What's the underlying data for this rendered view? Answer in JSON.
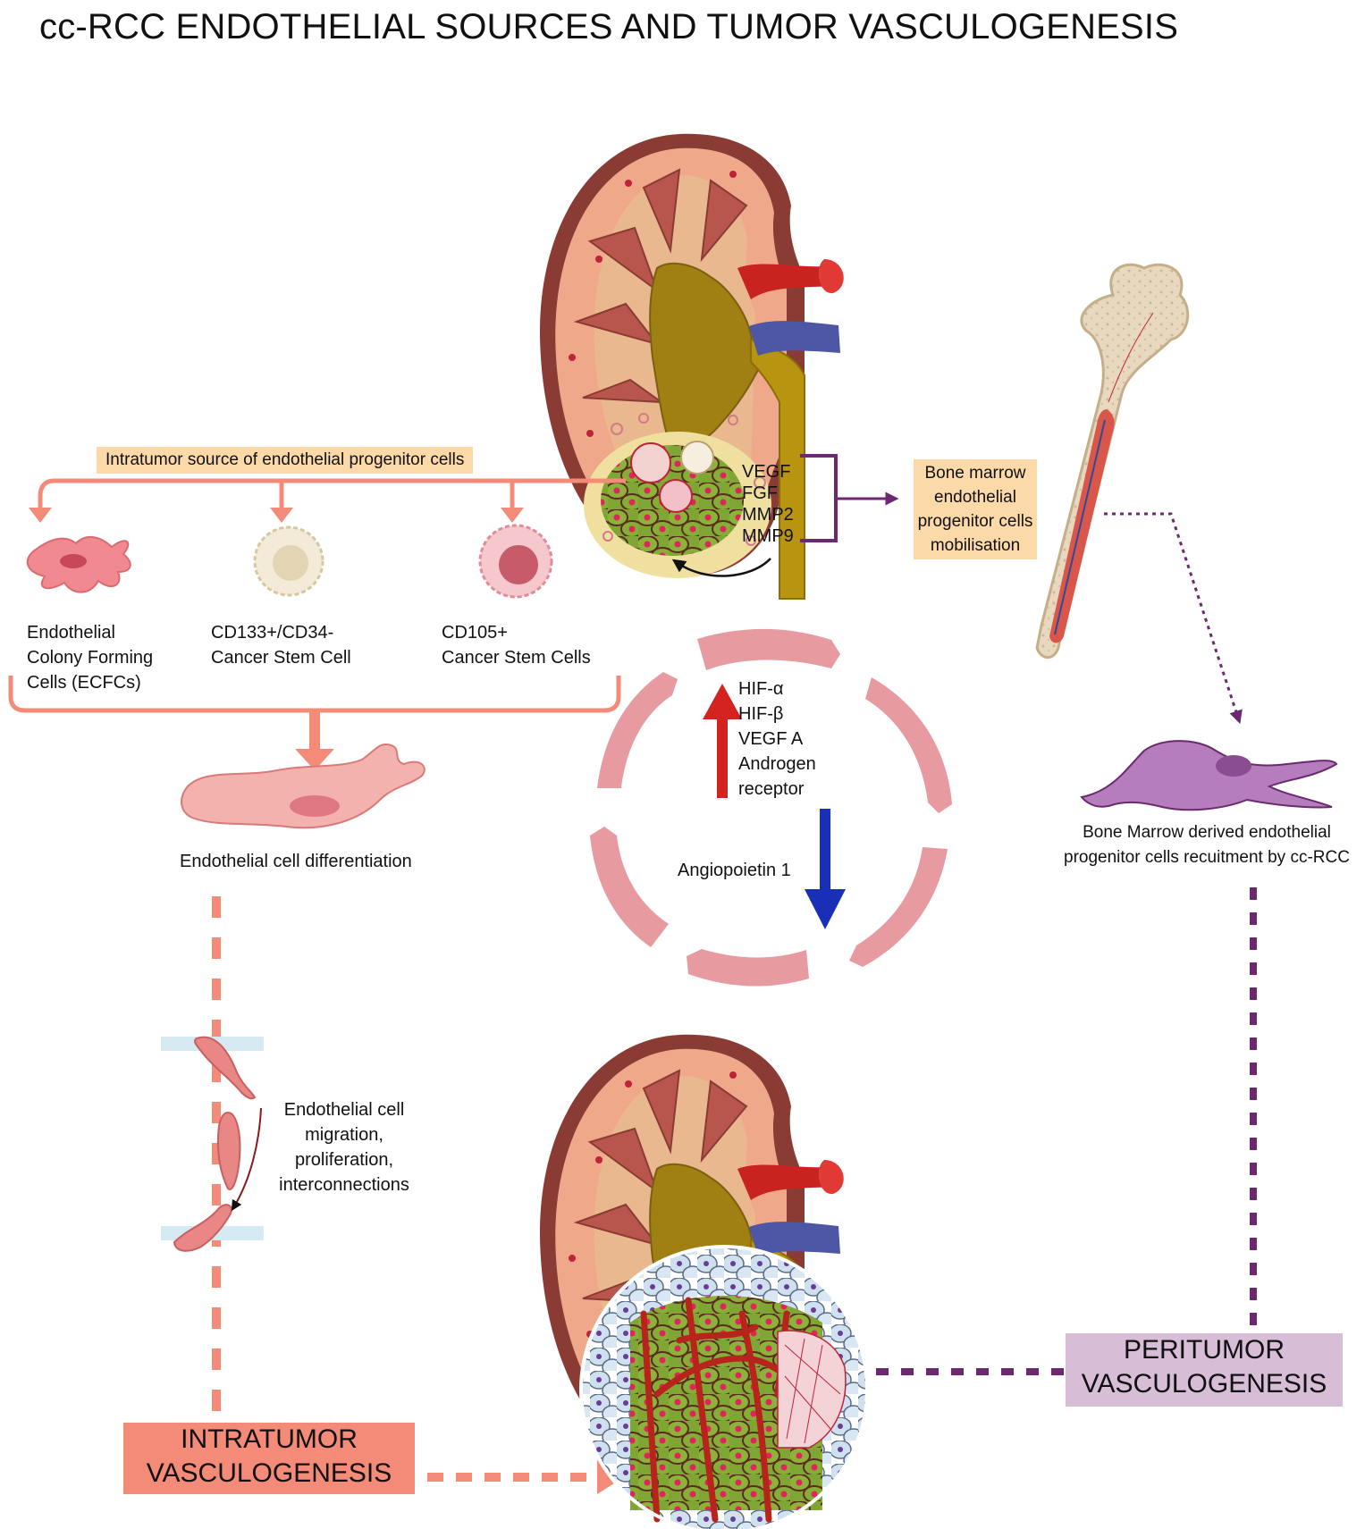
{
  "title": "cc-RCC ENDOTHELIAL SOURCES AND TUMOR VASCULOGENESIS",
  "intratumor_source_label": "Intratumor source of endothelial progenitor cells",
  "cells": {
    "ecfc": [
      "Endothelial",
      "Colony Forming",
      "Cells (ECFCs)"
    ],
    "cd133": [
      "CD133+/CD34-",
      "Cancer Stem Cell"
    ],
    "cd105": [
      "CD105+",
      "Cancer Stem Cells"
    ]
  },
  "tumor_factors": [
    "VEGF",
    "FGF",
    "MMP2",
    "MMP9"
  ],
  "bone_marrow_mobilisation": [
    "Bone marrow",
    "endothelial",
    "progenitor cells",
    "mobilisation"
  ],
  "cycle": {
    "up_regulated": [
      "HIF-α",
      "HIF-β",
      "VEGF A",
      "Androgen",
      "receptor"
    ],
    "down_regulated": "Angiopoietin 1"
  },
  "differentiation_label": "Endothelial cell differentiation",
  "migration_label": [
    "Endothelial cell",
    "migration,",
    "proliferation,",
    "interconnections"
  ],
  "recruitment_label": [
    "Bone Marrow derived endothelial",
    "progenitor cells recuitment by cc-RCC"
  ],
  "intratumor_box": [
    "INTRATUMOR",
    "VASCULOGENESIS"
  ],
  "peritumor_box": [
    "PERITUMOR",
    "VASCULOGENESIS"
  ],
  "colors": {
    "salmon": "#f48b78",
    "cycle_pink": "#e79aa0",
    "purple_arrow": "#6b2a6f",
    "up_arrow": "#d4221f",
    "down_arrow": "#1a2fb8",
    "tag_orange": "#fbd9a8",
    "peri_box": "#d8bdd6"
  }
}
